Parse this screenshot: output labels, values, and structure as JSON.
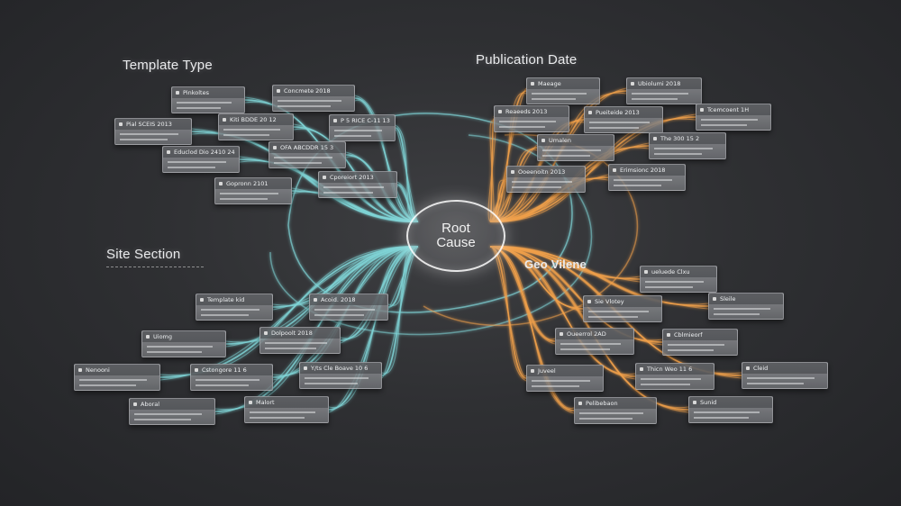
{
  "diagram": {
    "root": {
      "label": "Root\nCause"
    },
    "sections": [
      {
        "id": "template_type",
        "title": "Template Type"
      },
      {
        "id": "publication_date",
        "title": "Publication Date"
      },
      {
        "id": "site_section",
        "title": "Site Section"
      },
      {
        "id": "geo_volume",
        "title": "Geo Vilene"
      }
    ],
    "edge_colors": {
      "left": "#7fd3d6",
      "right": "#f0a04a"
    },
    "nodes": [
      {
        "section": "template_type",
        "label": "Pinkoltes"
      },
      {
        "section": "template_type",
        "label": "Concmete 2018"
      },
      {
        "section": "template_type",
        "label": "Pial SCEIS 2013"
      },
      {
        "section": "template_type",
        "label": "Kiti BDDE 20 12"
      },
      {
        "section": "template_type",
        "label": "P 5 RICE C-11 13"
      },
      {
        "section": "template_type",
        "label": "OFA ABCDDR 15 3"
      },
      {
        "section": "template_type",
        "label": "Educlod Dio 2410 24"
      },
      {
        "section": "template_type",
        "label": "Gopronn 2101"
      },
      {
        "section": "template_type",
        "label": "Cporeiort 2013"
      },
      {
        "section": "publication_date",
        "label": "Maeage"
      },
      {
        "section": "publication_date",
        "label": "Ubiolumi 2018"
      },
      {
        "section": "publication_date",
        "label": "Reaeeds 2013"
      },
      {
        "section": "publication_date",
        "label": "Pueiteide 2013"
      },
      {
        "section": "publication_date",
        "label": "Tcemcoent 1H"
      },
      {
        "section": "publication_date",
        "label": "Umalen"
      },
      {
        "section": "publication_date",
        "label": "The 300 15 2"
      },
      {
        "section": "publication_date",
        "label": "Ooeenoitn 2013"
      },
      {
        "section": "publication_date",
        "label": "Erimsionc 2018"
      },
      {
        "section": "site_section",
        "label": "Template kid"
      },
      {
        "section": "site_section",
        "label": "Acoid. 2018"
      },
      {
        "section": "site_section",
        "label": "Uiomg"
      },
      {
        "section": "site_section",
        "label": "Dolpoolt 2018"
      },
      {
        "section": "site_section",
        "label": "Nenooni"
      },
      {
        "section": "site_section",
        "label": "Cstongore 11 6"
      },
      {
        "section": "site_section",
        "label": "Y/ts Cle Boave 10 6"
      },
      {
        "section": "site_section",
        "label": "Aboral"
      },
      {
        "section": "site_section",
        "label": "Malort"
      },
      {
        "section": "geo_volume",
        "label": "ueluede Clxu"
      },
      {
        "section": "geo_volume",
        "label": "Sie Vlotey"
      },
      {
        "section": "geo_volume",
        "label": "Sleile"
      },
      {
        "section": "geo_volume",
        "label": "Oueerrol 2AD"
      },
      {
        "section": "geo_volume",
        "label": "Cblmieorf"
      },
      {
        "section": "geo_volume",
        "label": "Juveel"
      },
      {
        "section": "geo_volume",
        "label": "Thicn Weo 11 6"
      },
      {
        "section": "geo_volume",
        "label": "Cleid"
      },
      {
        "section": "geo_volume",
        "label": "Pelibebaon"
      },
      {
        "section": "geo_volume",
        "label": "Sunid"
      }
    ]
  }
}
